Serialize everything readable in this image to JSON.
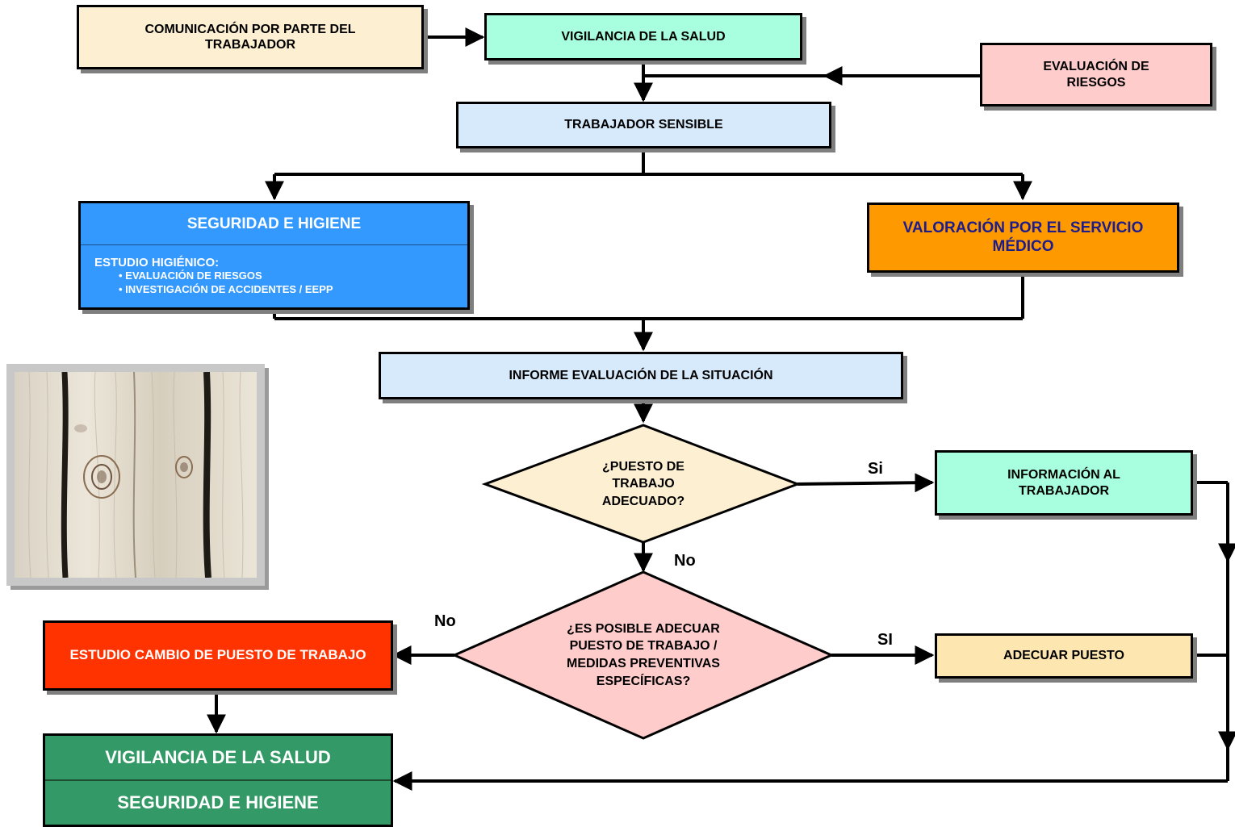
{
  "nodes": {
    "comunicacion": "COMUNICACIÓN POR PARTE DEL TRABAJADOR",
    "vigilancia_top": "VIGILANCIA DE LA SALUD",
    "evaluacion_riesgos": "EVALUACIÓN DE RIESGOS",
    "trabajador_sensible": "TRABAJADOR SENSIBLE",
    "seguridad_higiene": {
      "title": "SEGURIDAD E HIGIENE",
      "subtitle": "ESTUDIO HIGIÉNICO:",
      "items": [
        "EVALUACIÓN DE RIESGOS",
        "INVESTIGACIÓN DE ACCIDENTES / EEPP"
      ]
    },
    "valoracion_medica": "VALORACIÓN POR EL SERVICIO MÉDICO",
    "informe": "INFORME EVALUACIÓN DE LA SITUACIÓN",
    "decision_puesto": "¿PUESTO DE TRABAJO ADECUADO?",
    "informacion_trabajador": "INFORMACIÓN AL TRABAJADOR",
    "decision_adecuar": "¿ES POSIBLE ADECUAR PUESTO DE TRABAJO / MEDIDAS PREVENTIVAS ESPECÍFICAS?",
    "adecuar_puesto": "ADECUAR PUESTO",
    "estudio_cambio": "ESTUDIO CAMBIO DE PUESTO DE TRABAJO",
    "final": {
      "line1": "VIGILANCIA DE LA SALUD",
      "line2": "SEGURIDAD E HIGIENE"
    }
  },
  "edge_labels": {
    "si_1": "Si",
    "no_1": "No",
    "no_2": "No",
    "si_2": "SI"
  },
  "colors": {
    "cream": "#fdf0d2",
    "mint": "#a8ffe0",
    "pink": "#ffcccc",
    "light_blue": "#d7eafc",
    "blue": "#3399ff",
    "orange": "#ff9900",
    "orange_text": "#1c1c8c",
    "red": "#ff3300",
    "green": "#339966",
    "peach": "#fde6b0"
  },
  "image": {
    "subject": "wood-planks-with-mold-photo"
  }
}
